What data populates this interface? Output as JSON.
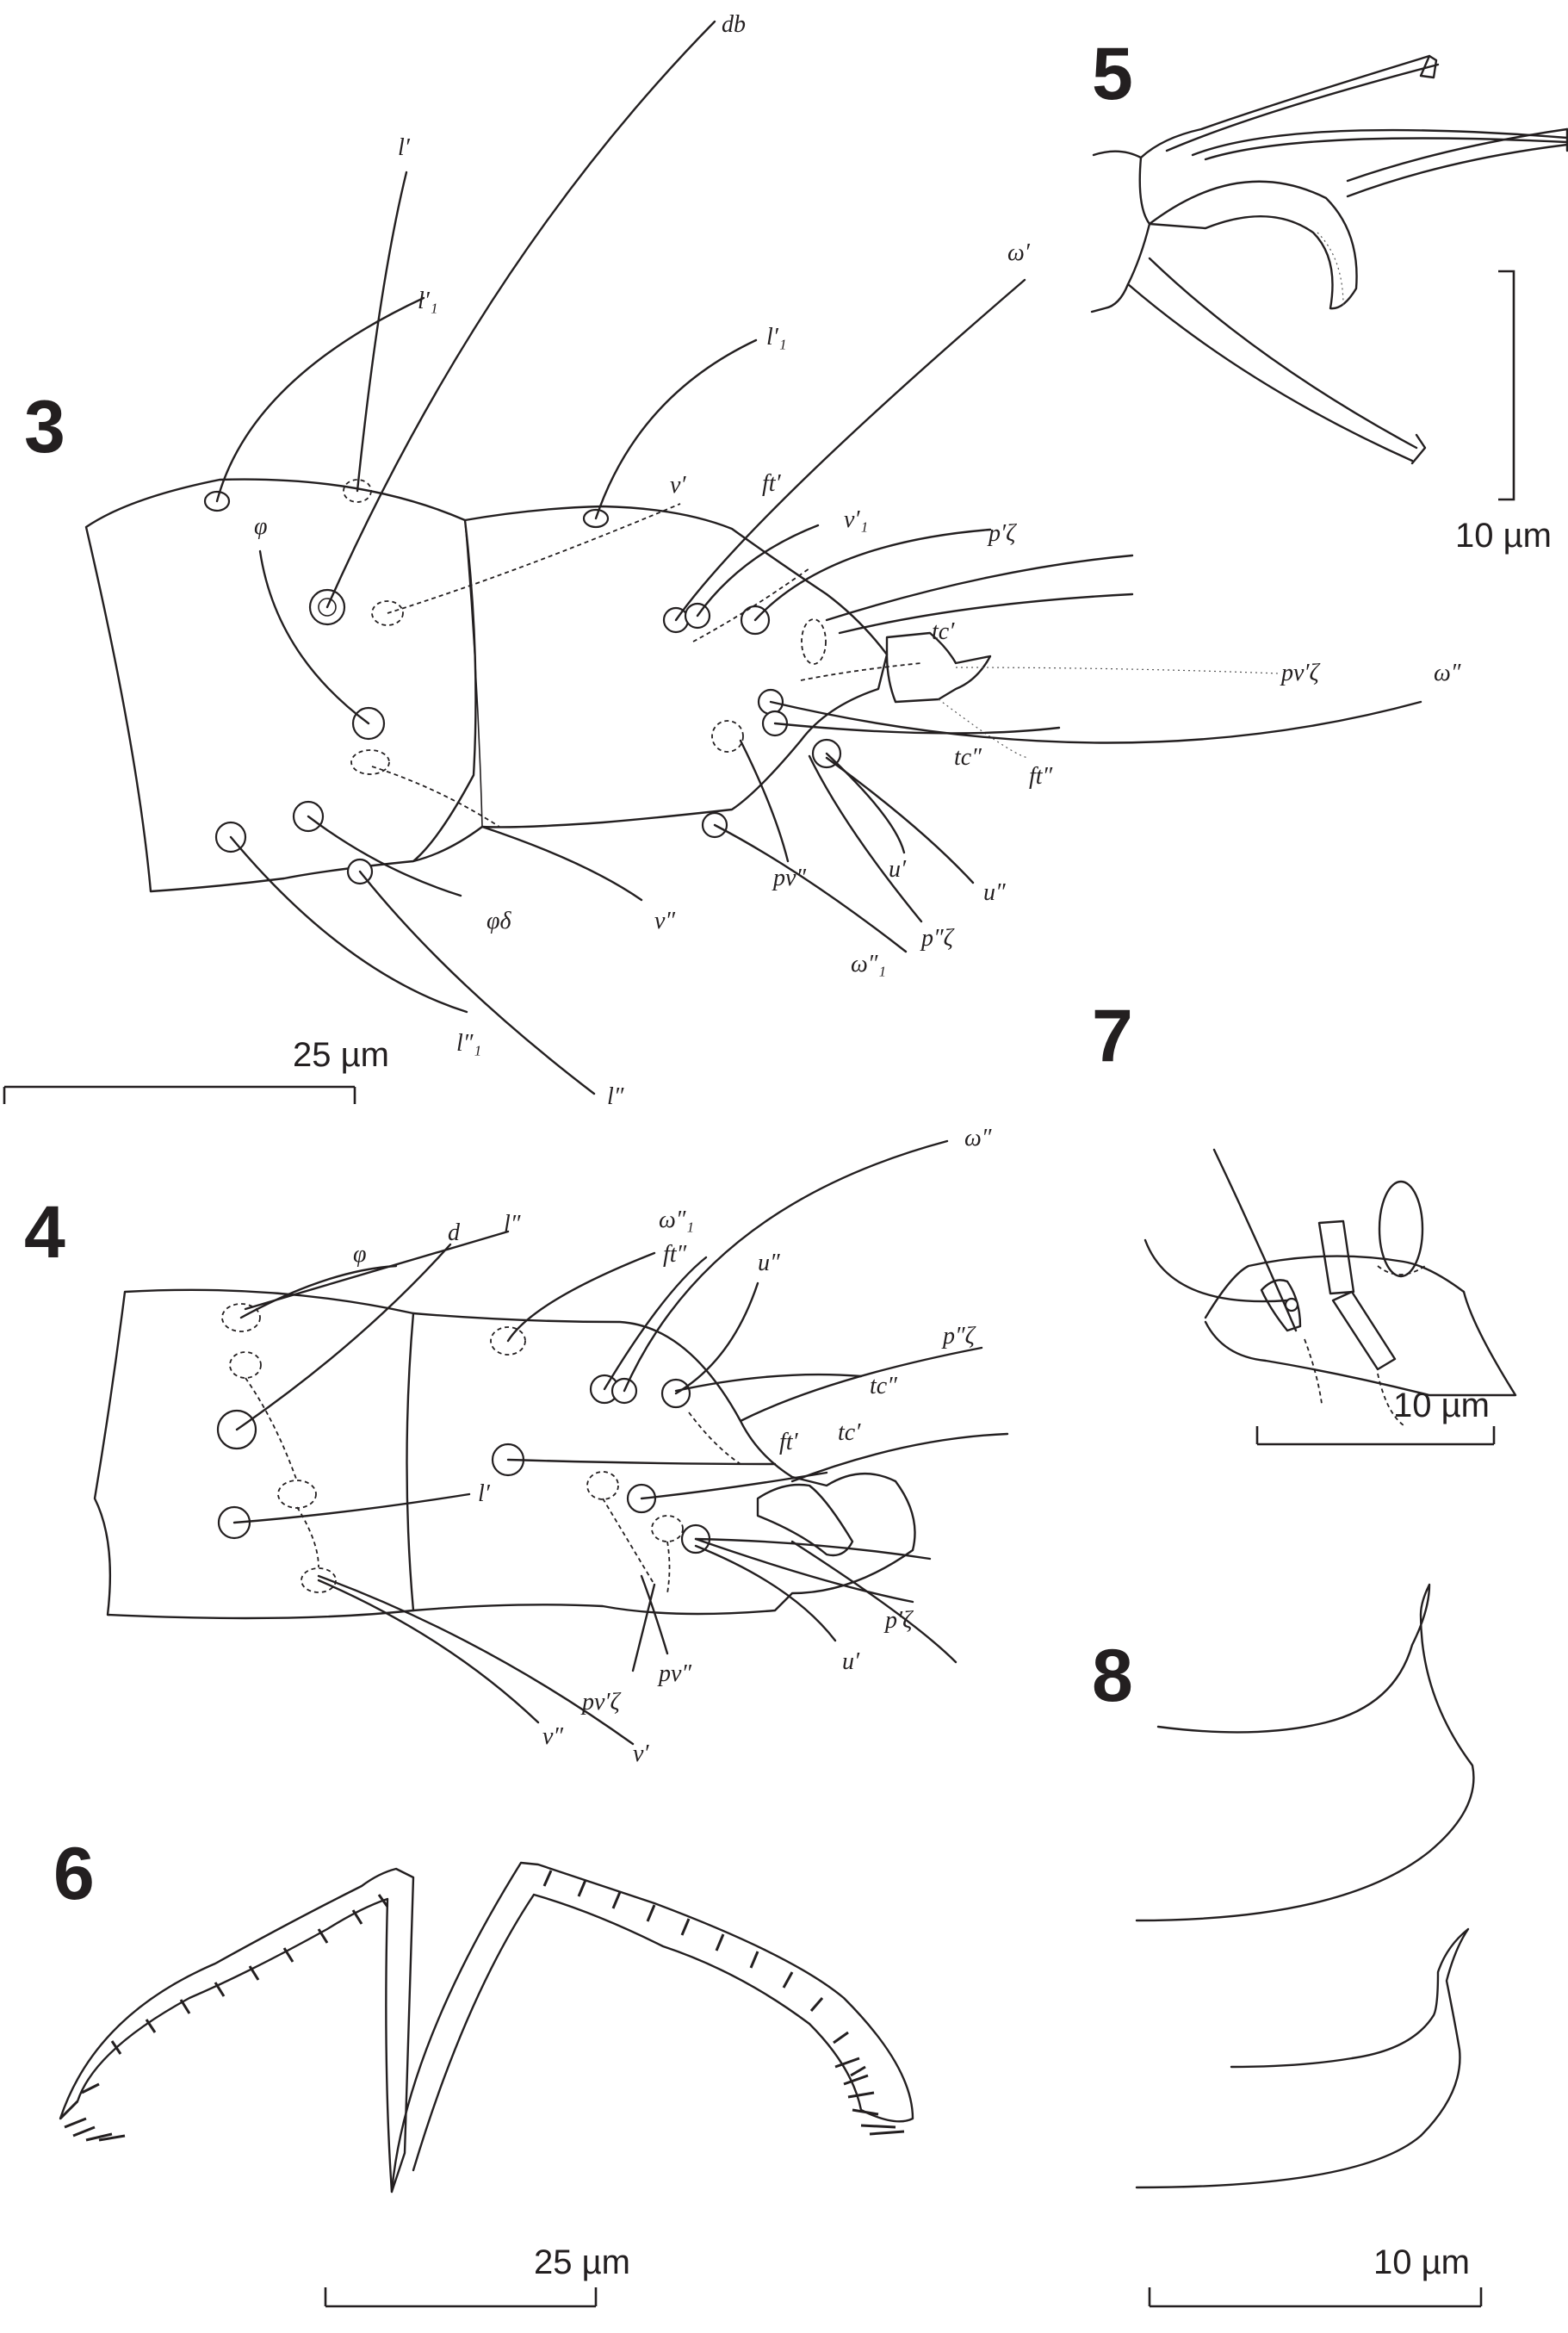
{
  "figures": {
    "fig3": {
      "number": "3",
      "scale": "25 µm",
      "labels": {
        "db": "db",
        "l1": "l′",
        "l1_sub": "l′₁",
        "l1b": "l′₁",
        "omega1": "ω′",
        "phi": "φ",
        "v1": "v′",
        "ft1": "ft′",
        "v1_sub": "v′₁",
        "p1zeta": "p′ζ",
        "tc1": "tc′",
        "pv1zeta": "pv′ζ",
        "omega2": "ω″",
        "tc2": "tc″",
        "ft2": "ft″",
        "pv2": "pv″",
        "u1": "u′",
        "u2": "u″",
        "p2zeta": "p″ζ",
        "omega2_sub": "ω″₁",
        "phi_sub": "φδ",
        "v2": "v″",
        "l2_sub": "l″₁",
        "l2": "l″"
      }
    },
    "fig4": {
      "number": "4",
      "labels": {
        "d": "d",
        "phi": "φ",
        "l2": "l″",
        "omega2_sub": "ω″₁",
        "ft2": "ft″",
        "omega2": "ω″",
        "u2": "u″",
        "p2zeta": "p″ζ",
        "tc2": "tc″",
        "ft1": "ft′",
        "tc1": "tc′",
        "l1": "l′",
        "p1zeta": "p′ζ",
        "u1": "u′",
        "pv2": "pv″",
        "pv1zeta": "pv′ζ",
        "v2": "v″",
        "v1": "v′"
      }
    },
    "fig5": {
      "number": "5",
      "scale": "10 µm"
    },
    "fig6": {
      "number": "6",
      "scale": "25 µm"
    },
    "fig7": {
      "number": "7",
      "scale": "10 µm"
    },
    "fig8": {
      "number": "8",
      "scale": "10 µm"
    }
  }
}
